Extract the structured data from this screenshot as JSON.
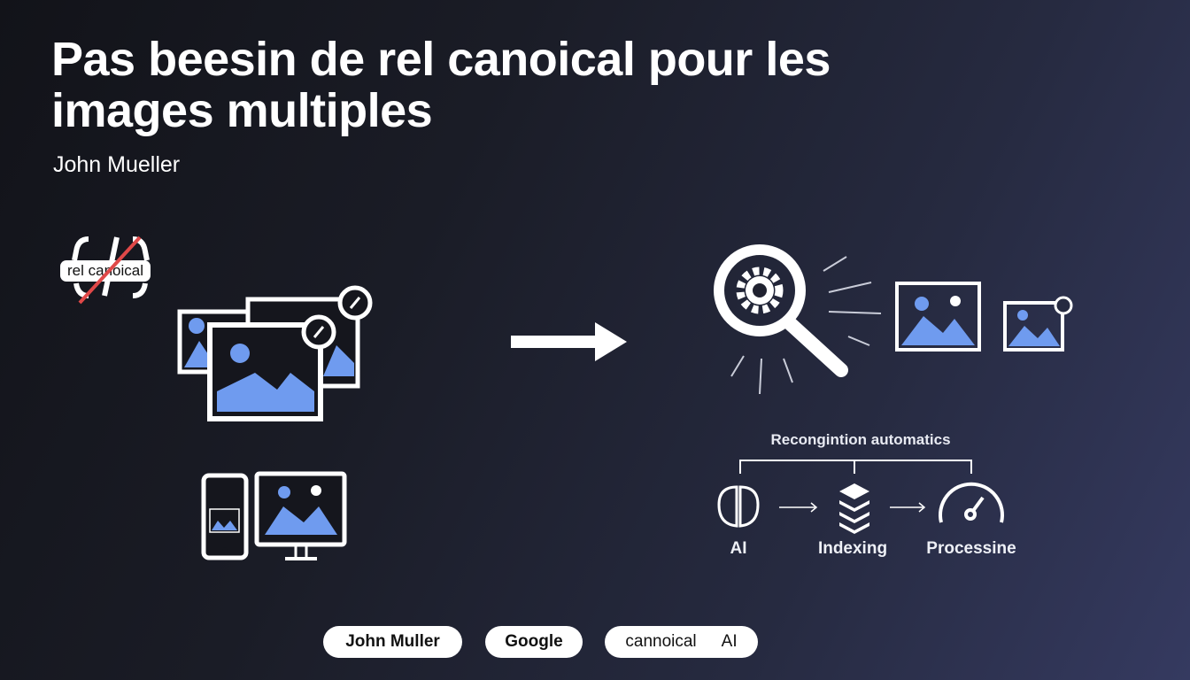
{
  "title": "Pas beesin de rel canoical pour les images multiples",
  "author": "John Mueller",
  "tag_label": "rel canoical",
  "diagram": {
    "heading": "Recongintion automatics",
    "steps": [
      {
        "label": "AI",
        "icon": "brain-icon"
      },
      {
        "label": "Indexing",
        "icon": "layers-icon"
      },
      {
        "label": "Processine",
        "icon": "gauge-icon"
      }
    ]
  },
  "pills": [
    "John Muller",
    "Google",
    "cannoical",
    "AI"
  ],
  "colors": {
    "accent": "#6f9bef",
    "strike": "#e04848"
  }
}
